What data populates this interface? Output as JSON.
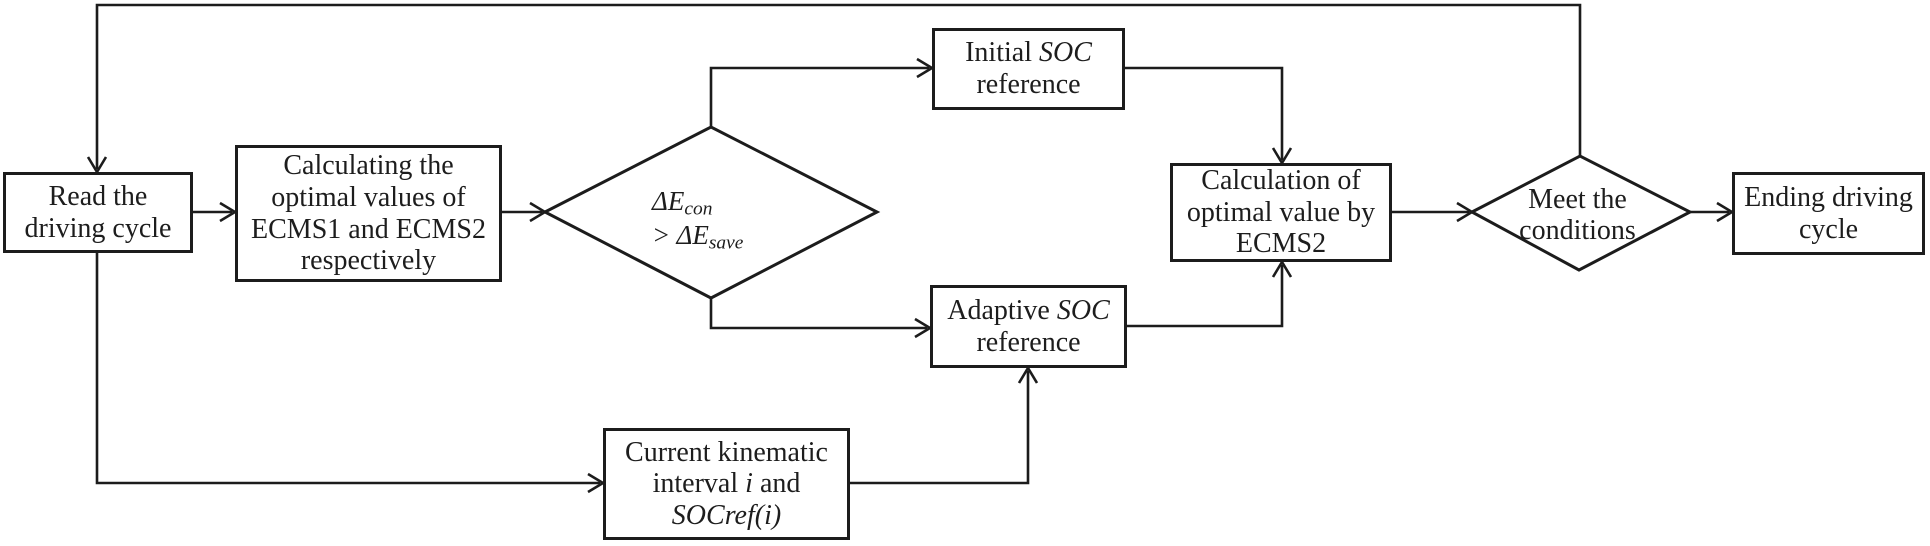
{
  "diagram": {
    "type": "flowchart",
    "colors": {
      "ink": "#1c1c1c",
      "background": "#ffffff"
    }
  },
  "nodes": {
    "read_cycle": {
      "line1": "Read the",
      "line2": "driving cycle"
    },
    "calc_optimal": {
      "line1": "Calculating the",
      "line2": "optimal values of",
      "line3": "ECMS1 and ECMS2",
      "line4": "respectively"
    },
    "delta_decision": {
      "e1": "ΔE",
      "e1_sub": "con",
      "e2": "> ΔE",
      "e2_sub": "save"
    },
    "initial_soc": {
      "w1": "Initial ",
      "w2": "SOC",
      "line2": "reference"
    },
    "adaptive_soc": {
      "w1": "Adaptive ",
      "w2": "SOC",
      "line2": "reference"
    },
    "kinematic": {
      "line1": "Current kinematic",
      "l2a": "interval ",
      "l2b": "i",
      "l2c": " and",
      "line3": "SOCref(i)"
    },
    "calc_ecms2": {
      "line1": "Calculation of",
      "line2": "optimal value by",
      "line3": "ECMS2"
    },
    "meet_conditions": {
      "line1": "Meet the",
      "line2": "conditions"
    },
    "ending": {
      "line1": "Ending driving",
      "line2": "cycle"
    }
  },
  "edges": [
    {
      "from": "read-driving-cycle",
      "to": "calculating-optimal-values"
    },
    {
      "from": "calculating-optimal-values",
      "to": "delta-e-decision"
    },
    {
      "from": "delta-e-decision",
      "to": "initial-soc-reference"
    },
    {
      "from": "delta-e-decision",
      "to": "adaptive-soc-reference"
    },
    {
      "from": "initial-soc-reference",
      "to": "calculation-ecms2"
    },
    {
      "from": "adaptive-soc-reference",
      "to": "calculation-ecms2"
    },
    {
      "from": "read-driving-cycle",
      "to": "current-kinematic-interval"
    },
    {
      "from": "current-kinematic-interval",
      "to": "adaptive-soc-reference"
    },
    {
      "from": "calculation-ecms2",
      "to": "meet-conditions"
    },
    {
      "from": "meet-conditions",
      "to": "ending-driving-cycle"
    },
    {
      "from": "meet-conditions",
      "to": "read-driving-cycle"
    }
  ]
}
